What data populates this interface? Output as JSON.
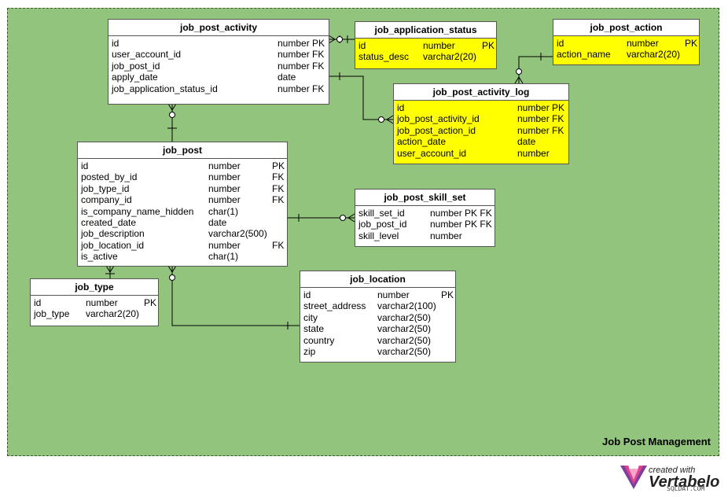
{
  "area": {
    "title": "Job Post Management"
  },
  "tables": {
    "job_post_activity": {
      "name": "job_post_activity",
      "rows": [
        [
          "id",
          "number PK",
          ""
        ],
        [
          "user_account_id",
          "number FK",
          ""
        ],
        [
          "job_post_id",
          "number FK",
          ""
        ],
        [
          "apply_date",
          "date",
          ""
        ],
        [
          "job_application_status_id",
          "number FK",
          ""
        ]
      ]
    },
    "job_application_status": {
      "name": "job_application_status",
      "rows": [
        [
          "id",
          "number",
          "PK"
        ],
        [
          "status_desc",
          "varchar2(20)",
          ""
        ]
      ]
    },
    "job_post_action": {
      "name": "job_post_action",
      "rows": [
        [
          "id",
          "number",
          "PK"
        ],
        [
          "action_name",
          "varchar2(20)",
          ""
        ]
      ]
    },
    "job_post_activity_log": {
      "name": "job_post_activity_log",
      "rows": [
        [
          "id",
          "number PK",
          ""
        ],
        [
          "job_post_activity_id",
          "number FK",
          ""
        ],
        [
          "job_post_action_id",
          "number FK",
          ""
        ],
        [
          "action_date",
          "date",
          ""
        ],
        [
          "user_account_id",
          "number",
          ""
        ]
      ]
    },
    "job_post": {
      "name": "job_post",
      "rows": [
        [
          "id",
          "number",
          "PK"
        ],
        [
          "posted_by_id",
          "number",
          "FK"
        ],
        [
          "job_type_id",
          "number",
          "FK"
        ],
        [
          "company_id",
          "number",
          "FK"
        ],
        [
          "is_company_name_hidden",
          "char(1)",
          ""
        ],
        [
          "created_date",
          "date",
          ""
        ],
        [
          "job_description",
          "varchar2(500)",
          ""
        ],
        [
          "job_location_id",
          "number",
          "FK"
        ],
        [
          "is_active",
          "char(1)",
          ""
        ]
      ]
    },
    "job_post_skill_set": {
      "name": "job_post_skill_set",
      "rows": [
        [
          "skill_set_id",
          "number PK FK",
          ""
        ],
        [
          "job_post_id",
          "number PK FK",
          ""
        ],
        [
          "skill_level",
          "number",
          ""
        ]
      ]
    },
    "job_type": {
      "name": "job_type",
      "rows": [
        [
          "id",
          "number",
          "PK"
        ],
        [
          "job_type",
          "varchar2(20)",
          ""
        ]
      ]
    },
    "job_location": {
      "name": "job_location",
      "rows": [
        [
          "id",
          "number",
          "PK"
        ],
        [
          "street_address",
          "varchar2(100)",
          ""
        ],
        [
          "city",
          "varchar2(50)",
          ""
        ],
        [
          "state",
          "varchar2(50)",
          ""
        ],
        [
          "country",
          "varchar2(50)",
          ""
        ],
        [
          "zip",
          "varchar2(50)",
          ""
        ]
      ]
    }
  },
  "logo": {
    "line1": "created with",
    "line2": "Vertabelo"
  },
  "watermark": "SQLDAT.COM",
  "colors": {
    "area": "#93c47d",
    "highlight_table": "#ffff00",
    "table": "#ffffff"
  }
}
